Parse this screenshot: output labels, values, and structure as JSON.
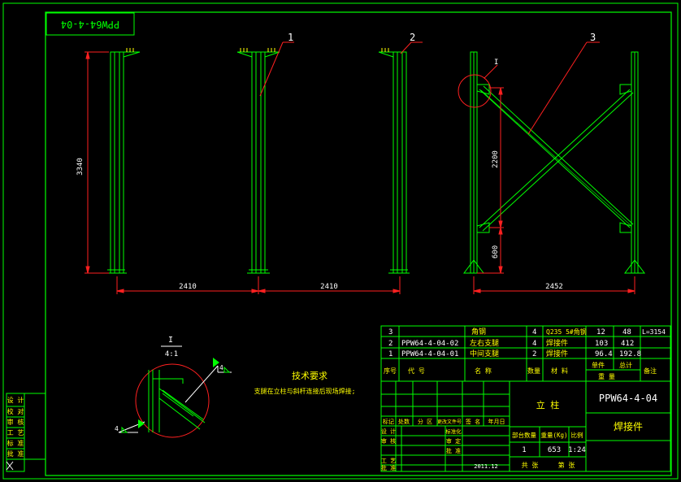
{
  "colors": {
    "background": "#000000",
    "frame": "#00ff00",
    "structure": "#00ff00",
    "dimension": "#ff2020",
    "dimension_text": "#ffffff",
    "table_text": "#ffff00",
    "table_line": "#ff3030",
    "title_text": "#ffffff",
    "cyan": "#00ffff"
  },
  "title_box_text": "PPW64-4-04",
  "views": {
    "height_dim": "3340",
    "spacing_dims": [
      "2410",
      "2410"
    ],
    "brace_height_dim": "2200",
    "brace_low_dim": "600",
    "brace_width_dim": "2452",
    "balloons": [
      "1",
      "2",
      "3"
    ],
    "detail_mark": "I"
  },
  "detail": {
    "label": "I",
    "scale": "4:1",
    "weld_left": "4",
    "weld_right": "4"
  },
  "tech_req": {
    "title": "技术要求",
    "line1": "支腿在立柱与斜杆连接后现场焊接;"
  },
  "bom": {
    "rows": [
      {
        "no": "3",
        "code": "",
        "name": "角钢",
        "qty": "4",
        "mat": "Q235 5#角钢",
        "w1": "12",
        "w2": "48",
        "note": "L=3154"
      },
      {
        "no": "2",
        "code": "PPW64-4-04-02",
        "name": "左右支腿",
        "qty": "4",
        "mat": "焊接件",
        "w1": "103",
        "w2": "412",
        "note": ""
      },
      {
        "no": "1",
        "code": "PPW64-4-04-01",
        "name": "中间支腿",
        "qty": "2",
        "mat": "焊接件",
        "w1": "96.4",
        "w2": "192.8",
        "note": ""
      }
    ],
    "headers": {
      "no": "序号",
      "code": "代    号",
      "name": "名    称",
      "qty": "数量",
      "mat": "材  料",
      "w_single": "单件",
      "w_total": "总计",
      "weight": "重  量",
      "note": "备注"
    }
  },
  "title_block": {
    "part_name": "立 柱",
    "drawing_no": "PPW64-4-04",
    "type": "焊接件",
    "qty_label": "部台数量",
    "weight_label": "重量(Kg)",
    "scale_label": "比例",
    "qty": "1",
    "weight": "653",
    "scale": "1:24",
    "sheet_total": "共    张",
    "sheet_no": "第    张",
    "rev_headers": [
      "标记",
      "处数",
      "分 区",
      "更改文件号",
      "签 名",
      "年月日"
    ],
    "sign_labels": [
      "标准化",
      "审 定",
      "批 准"
    ],
    "date": "2011.12"
  },
  "side_labels": [
    "设 计",
    "校 对",
    "审 核",
    "工 艺",
    "标 准",
    "批 准"
  ]
}
